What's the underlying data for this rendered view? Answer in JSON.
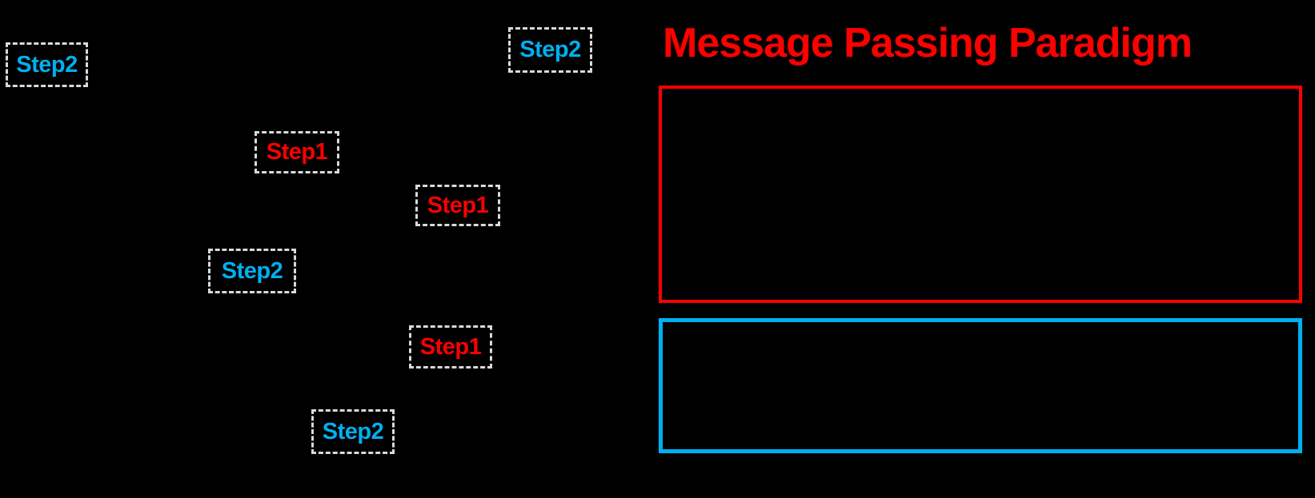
{
  "title": {
    "text": "Message Passing Paradigm"
  },
  "colors": {
    "background": "#000000",
    "step1_text": "#ff0000",
    "step2_text": "#00b0f0",
    "dotted_border": "#d9d9d9",
    "red_panel_border": "#ff0000",
    "blue_panel_border": "#00b0f0",
    "title_text": "#ff0000"
  },
  "step_labels": [
    {
      "label": "Step2",
      "step": "step2"
    },
    {
      "label": "Step2",
      "step": "step2"
    },
    {
      "label": "Step1",
      "step": "step1"
    },
    {
      "label": "Step1",
      "step": "step1"
    },
    {
      "label": "Step2",
      "step": "step2"
    },
    {
      "label": "Step1",
      "step": "step1"
    },
    {
      "label": "Step2",
      "step": "step2"
    }
  ],
  "panels": [
    {
      "name": "red-panel",
      "content": ""
    },
    {
      "name": "blue-panel",
      "content": ""
    }
  ]
}
